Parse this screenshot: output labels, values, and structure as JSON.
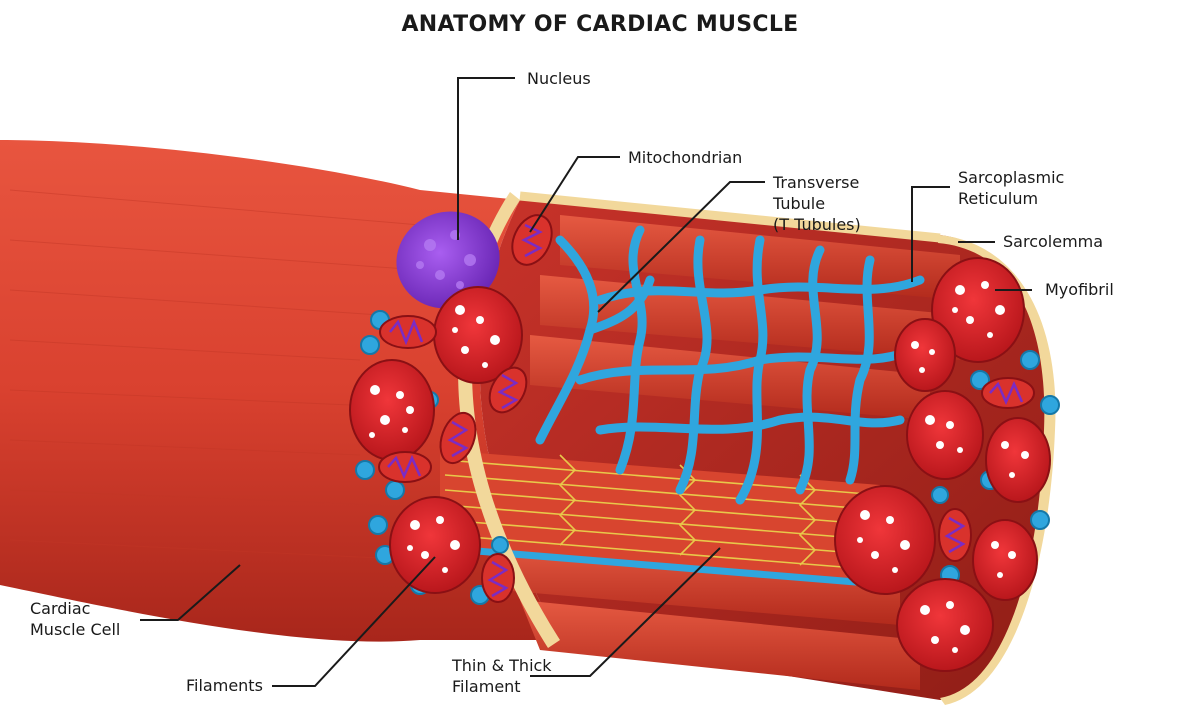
{
  "title": "ANATOMY OF CARDIAC MUSCLE",
  "labels": {
    "nucleus": "Nucleus",
    "mitochondrian": "Mitochondrian",
    "transverse_tubule": [
      "Transverse",
      "Tubule",
      "(T Tubules)"
    ],
    "sarcoplasmic_reticulum": [
      "Sarcoplasmic",
      "Reticulum"
    ],
    "sarcolemma": "Sarcolemma",
    "myofibril": "Myofibril",
    "cardiac_muscle_cell": [
      "Cardiac",
      "Muscle Cell"
    ],
    "filaments": "Filaments",
    "thin_thick_filament": [
      "Thin & Thick",
      "Filament"
    ]
  },
  "colors": {
    "muscle_red": "#d9412f",
    "muscle_dark": "#b32a1e",
    "membrane": "#f2d89b",
    "tubule_blue": "#2fa6de",
    "nucleus_purple": "#8a3fd6",
    "myofibril_red": "#e0262a",
    "filament_yellow": "#e8c84a"
  }
}
